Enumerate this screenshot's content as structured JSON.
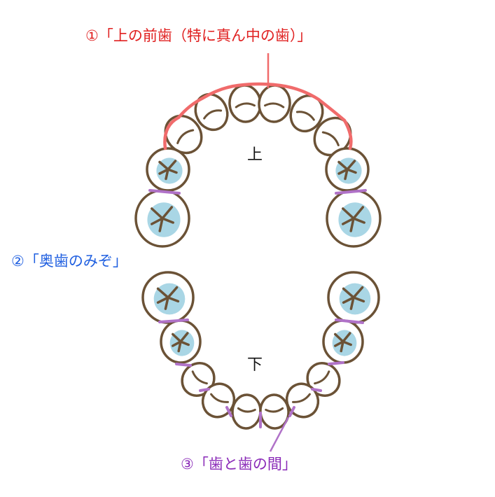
{
  "labels": {
    "front_teeth": "①「上の前歯（特に真ん中の歯）」",
    "molar_grooves": "②「奥歯のみぞ」",
    "between_teeth": "③「歯と歯の間」",
    "upper": "上",
    "lower": "下"
  },
  "colors": {
    "outline": "#6b5236",
    "groove_fill": "#a9d6e5",
    "front_highlight": "#f06b6b",
    "groove_label": "#1f5fe0",
    "between_highlight": "#b072c8",
    "front_label": "#e02020",
    "between_label": "#8a2ab8"
  }
}
